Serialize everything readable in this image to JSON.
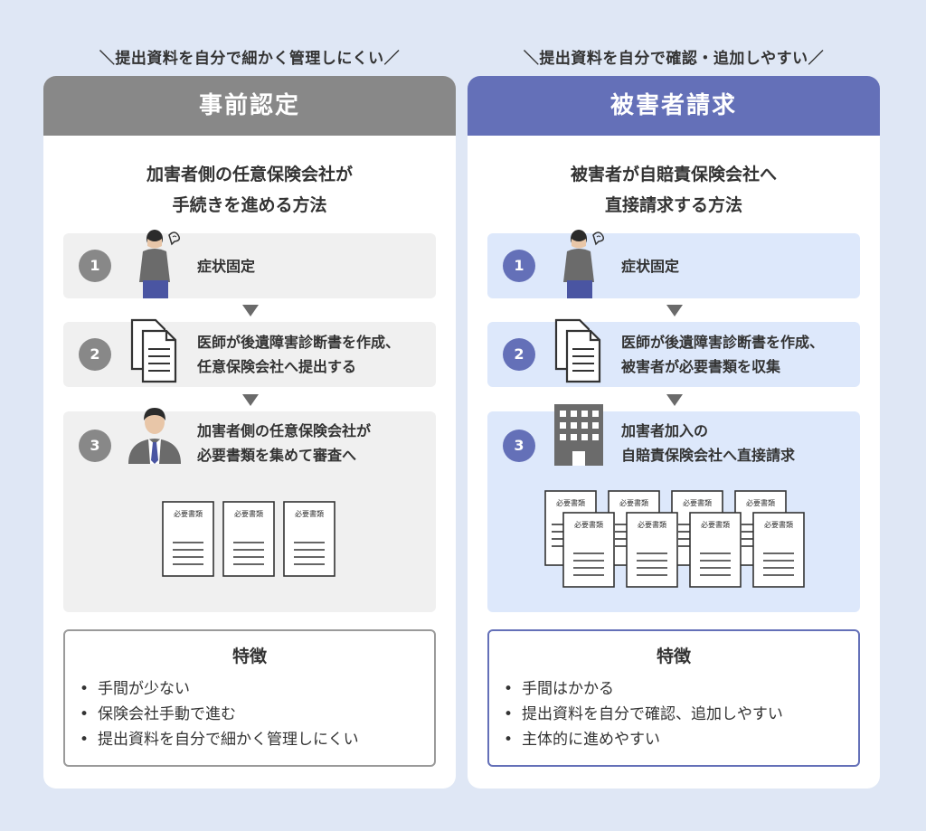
{
  "left": {
    "tagline": "＼提出資料を自分で細かく管理しにくい／",
    "header": "事前認定",
    "subtitle": [
      "加害者側の任意保険会社が",
      "手続きを進める方法"
    ],
    "steps": [
      {
        "num": "1",
        "lines": [
          "症状固定"
        ],
        "icon": "worried-person-icon"
      },
      {
        "num": "2",
        "lines": [
          "医師が後遺障害診断書を作成、",
          "任意保険会社へ提出する"
        ],
        "icon": "documents-icon"
      },
      {
        "num": "3",
        "lines": [
          "加害者側の任意保険会社が",
          "必要書類を集めて審査へ"
        ],
        "icon": "businessman-icon"
      }
    ],
    "doc_label": "必要書類",
    "features_title": "特徴",
    "features": [
      "手間が少ない",
      "保険会社手動で進む",
      "提出資料を自分で細かく管理しにくい"
    ],
    "accent": "#888888"
  },
  "right": {
    "tagline": "＼提出資料を自分で確認・追加しやすい／",
    "header": "被害者請求",
    "subtitle": [
      "被害者が自賠責保険会社へ",
      "直接請求する方法"
    ],
    "steps": [
      {
        "num": "1",
        "lines": [
          "症状固定"
        ],
        "icon": "worried-person-icon"
      },
      {
        "num": "2",
        "lines": [
          "医師が後遺障害診断書を作成、",
          "被害者が必要書類を収集"
        ],
        "icon": "documents-icon"
      },
      {
        "num": "3",
        "lines": [
          "加害者加入の",
          "自賠責保険会社へ直接請求"
        ],
        "icon": "building-icon"
      }
    ],
    "doc_label": "必要書類",
    "features_title": "特徴",
    "features": [
      "手間はかかる",
      "提出資料を自分で確認、追加しやすい",
      "主体的に進めやすい"
    ],
    "accent": "#6470b8"
  }
}
